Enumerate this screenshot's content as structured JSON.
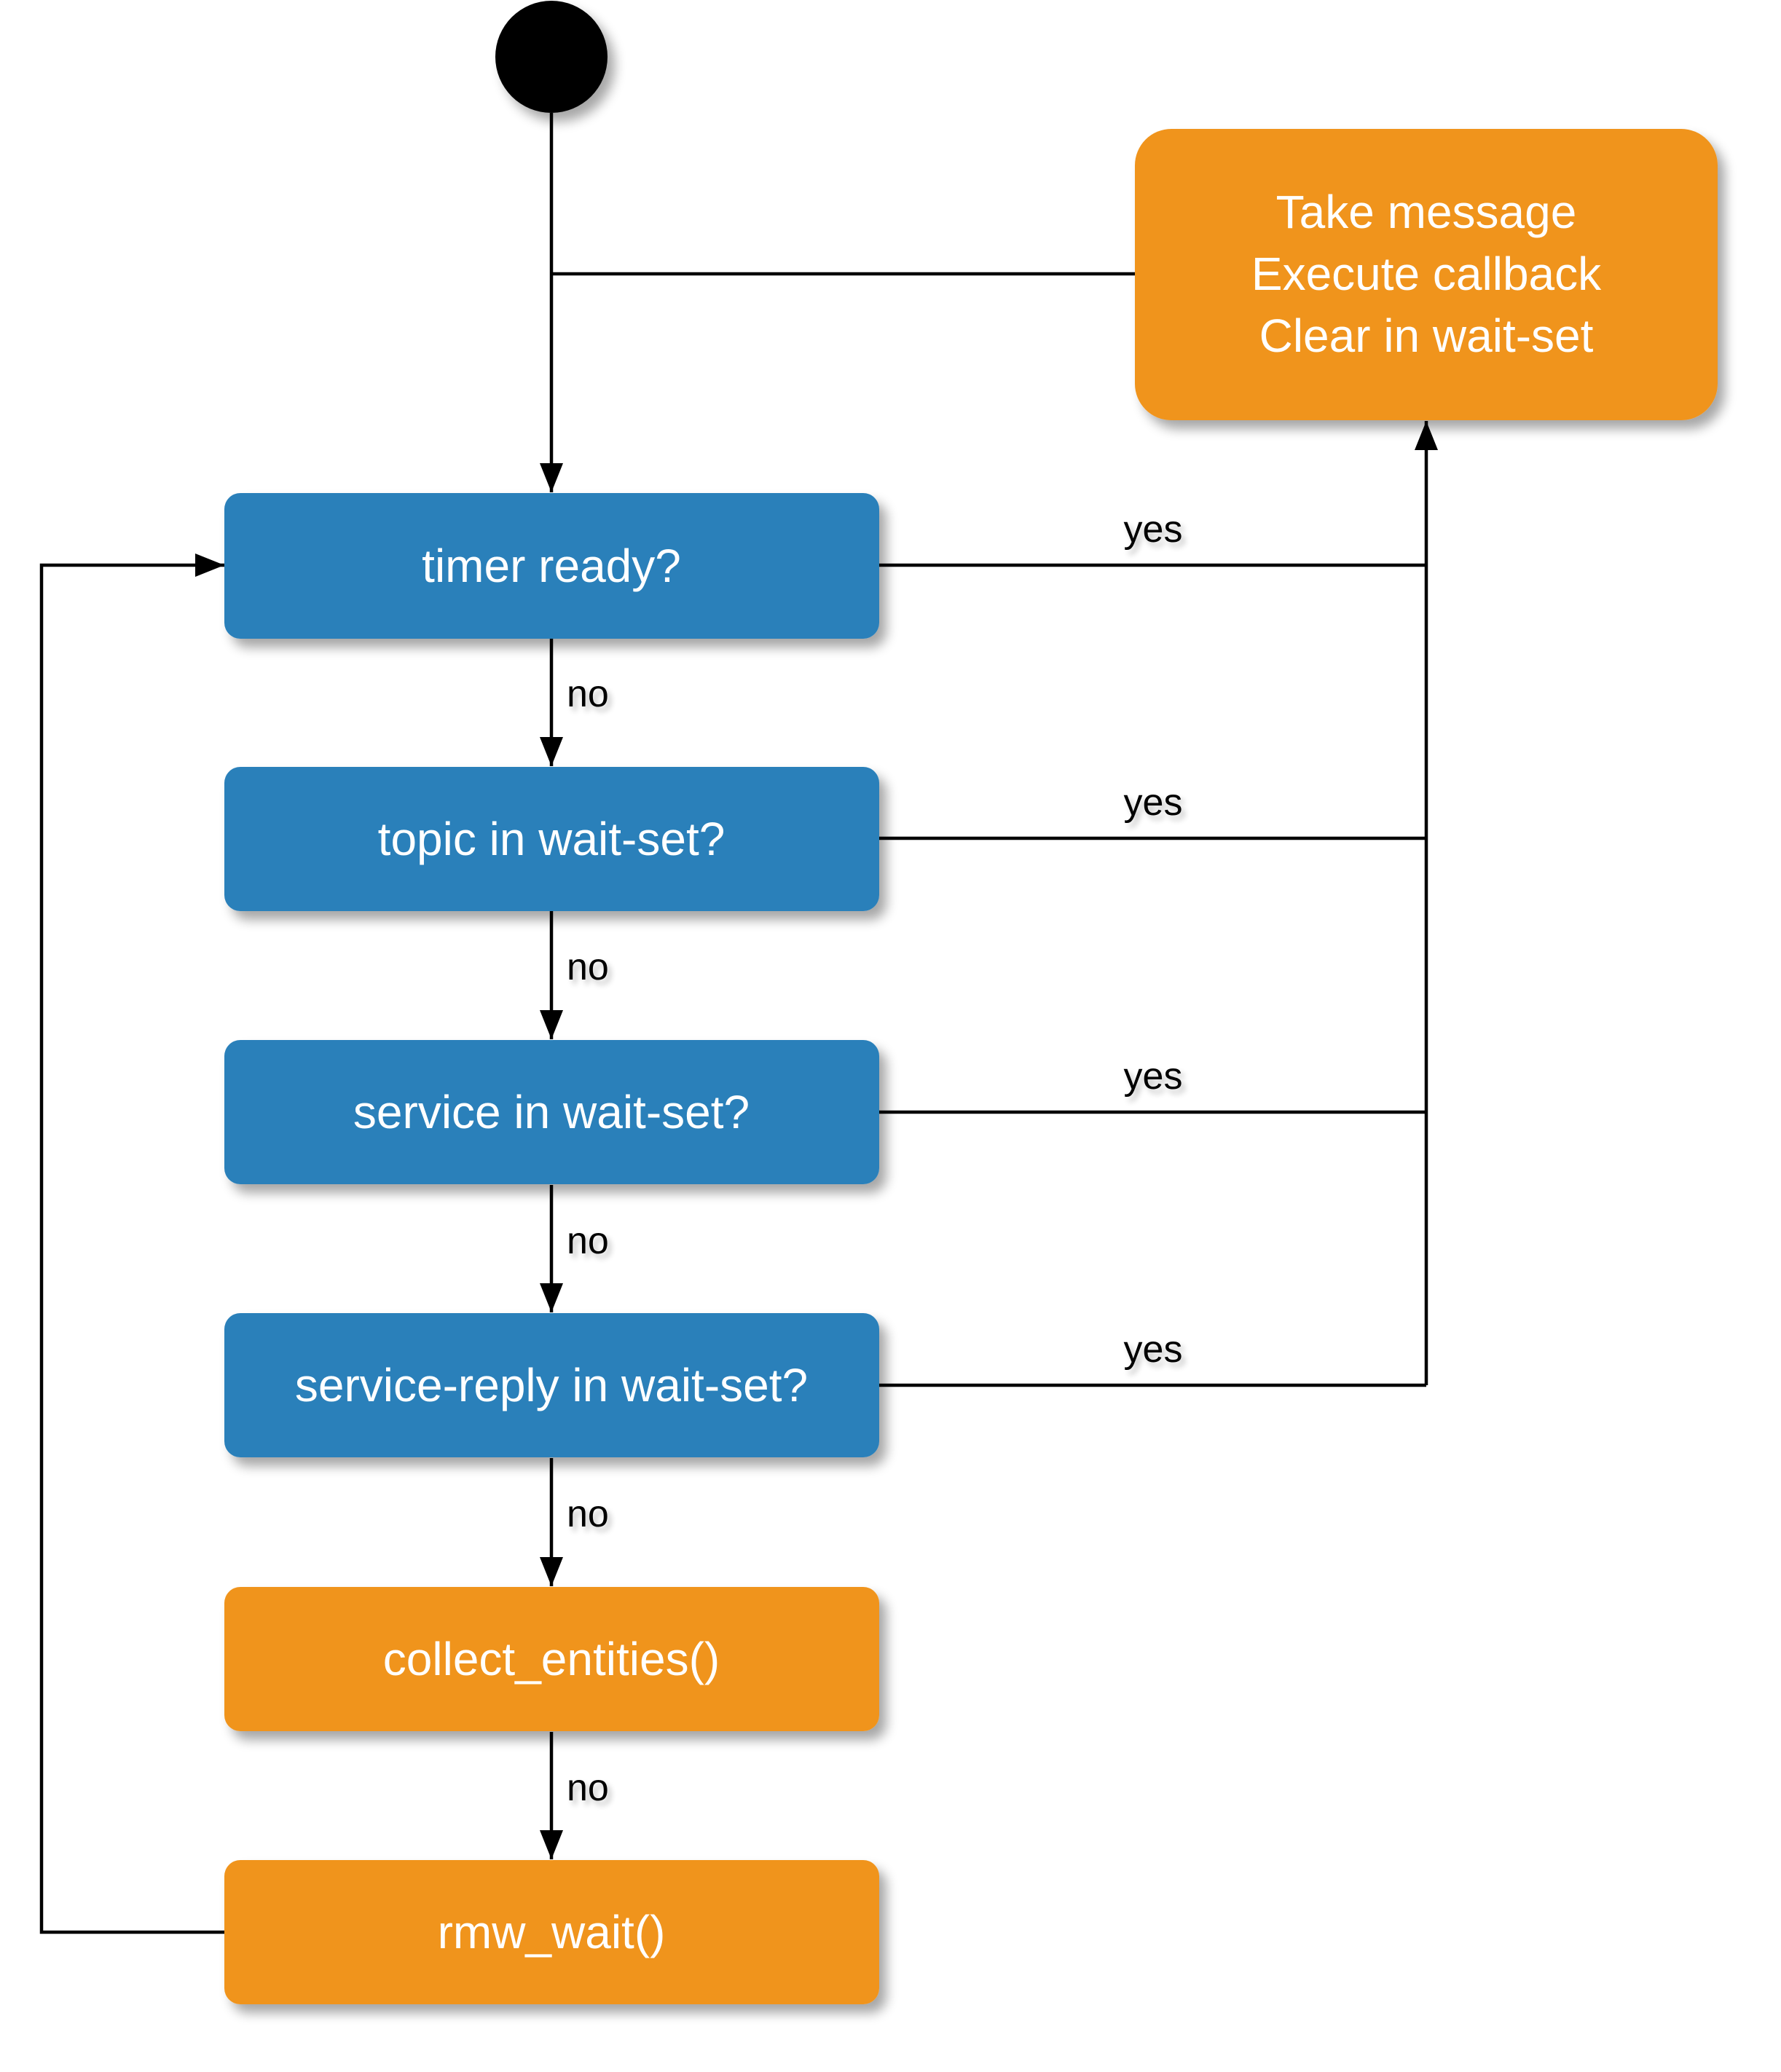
{
  "colors": {
    "decision": "#2b80ba",
    "action": "#f0941f",
    "line": "#000000",
    "text": "#ffffff"
  },
  "nodes": {
    "take_message": [
      "Take message",
      "Execute callback",
      "Clear in wait-set"
    ],
    "timer_ready": "timer ready?",
    "topic_in_wait_set": "topic in wait-set?",
    "service_in_wait_set": "service in wait-set?",
    "service_reply_in_wait_set": "service-reply in wait-set?",
    "collect_entities": "collect_entities()",
    "rmw_wait": "rmw_wait()"
  },
  "edge_labels": {
    "timer_yes": "yes",
    "timer_no": "no",
    "topic_yes": "yes",
    "topic_no": "no",
    "service_yes": "yes",
    "service_no": "no",
    "reply_yes": "yes",
    "reply_no": "no",
    "collect_no": "no"
  }
}
